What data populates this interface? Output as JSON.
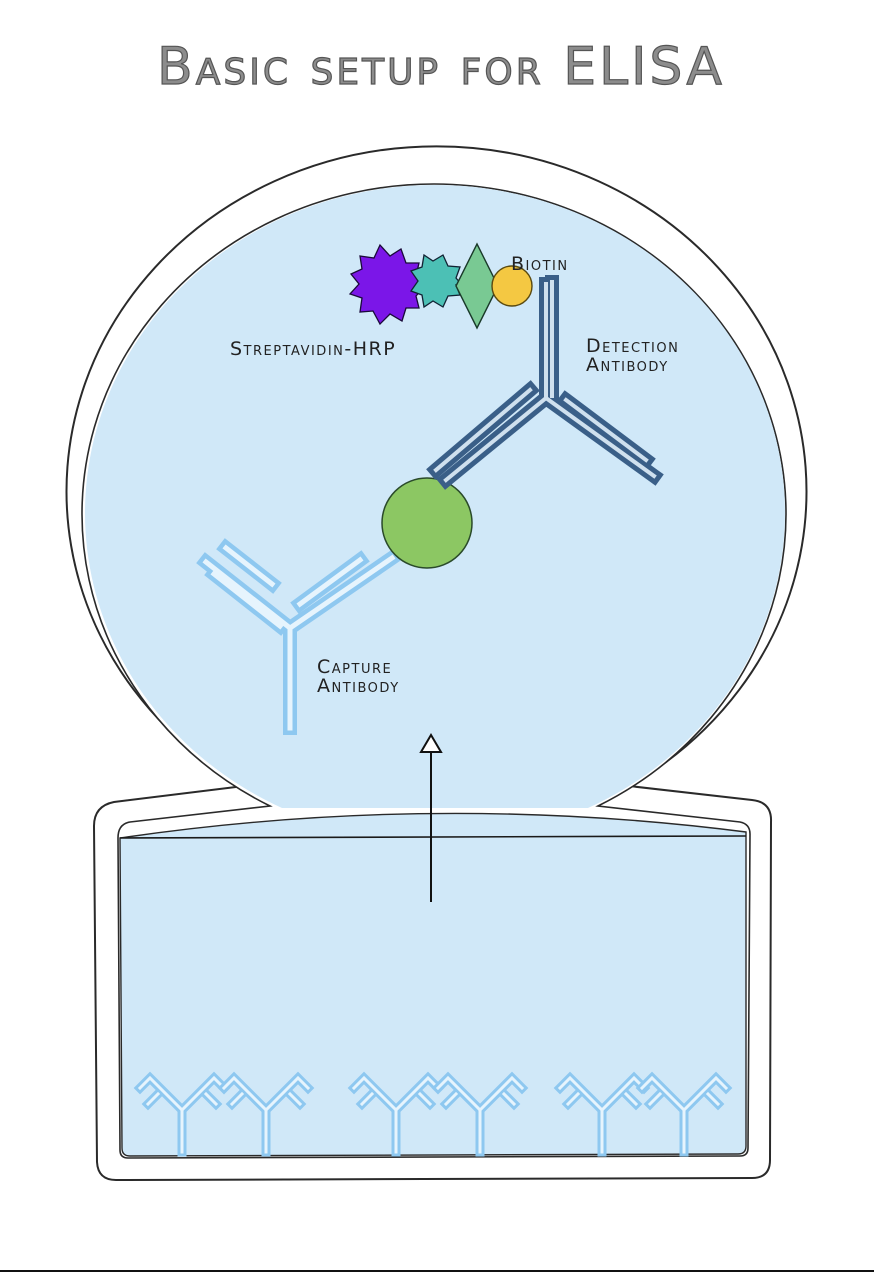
{
  "title": "Basic setup for ELISA",
  "labels": {
    "biotin": "Biotin",
    "streptavidin_hrp": "Streptavidin-HRP",
    "detection_antibody": [
      "Detection",
      "Antibody"
    ],
    "capture_antibody": [
      "Capture",
      "Antibody"
    ]
  },
  "colors": {
    "fill": "#d0e8f8",
    "outline": "#2a2a2a",
    "capture_antibody": "#8ec8f0",
    "detection_antibody": "#3a5f88",
    "antigen": "#8cc763",
    "biotin": "#f4c842",
    "diamond": "#79c993",
    "star": "#4cc0b5",
    "hrp": "#7b16e8",
    "title": "#8c8c8c"
  },
  "icons": [
    "hrp-enzyme-icon",
    "streptavidin-icon",
    "biotin-icon",
    "antigen-icon",
    "antibody-icon"
  ]
}
